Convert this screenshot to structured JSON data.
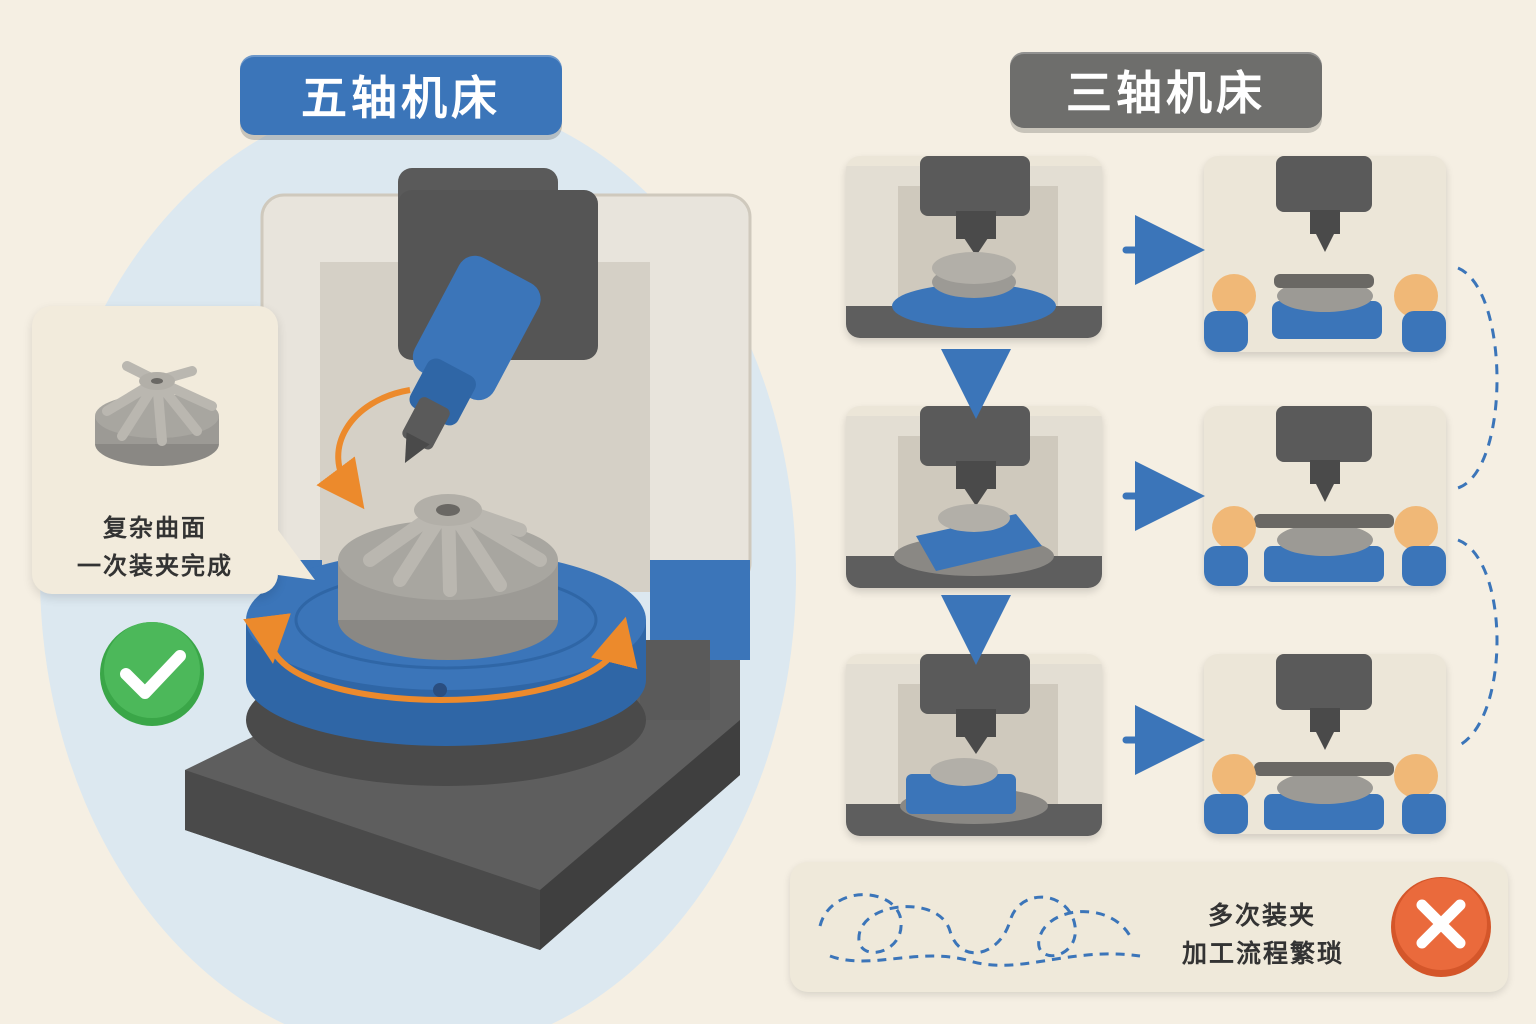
{
  "five_axis": {
    "title": "五轴机床",
    "callout_line1": "复杂曲面",
    "callout_line2": "一次装夹完成",
    "result_icon": "check-icon",
    "accent_color": "#3b75b9",
    "ok_color": "#3aa648"
  },
  "three_axis": {
    "title": "三轴机床",
    "summary_line1": "多次装夹",
    "summary_line2": "加工流程繁琐",
    "result_icon": "cross-icon",
    "title_color": "#6e6e6c",
    "fail_color": "#ea6a3c"
  }
}
